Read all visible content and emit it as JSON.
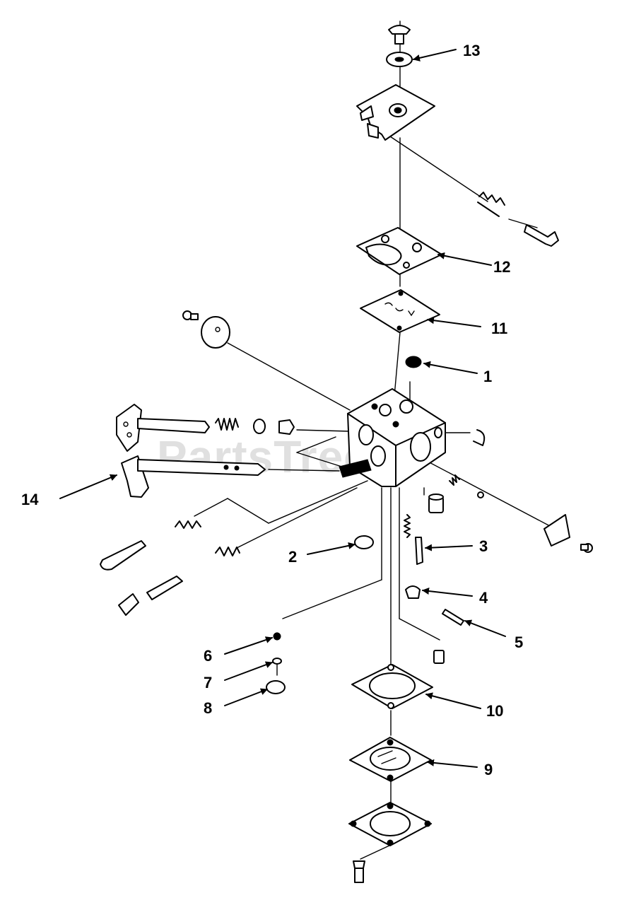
{
  "watermark": "PartsTree",
  "callouts": [
    {
      "id": "1",
      "label": "1"
    },
    {
      "id": "2",
      "label": "2"
    },
    {
      "id": "3",
      "label": "3"
    },
    {
      "id": "4",
      "label": "4"
    },
    {
      "id": "5",
      "label": "5"
    },
    {
      "id": "6",
      "label": "6"
    },
    {
      "id": "7",
      "label": "7"
    },
    {
      "id": "8",
      "label": "8"
    },
    {
      "id": "9",
      "label": "9"
    },
    {
      "id": "10",
      "label": "10"
    },
    {
      "id": "11",
      "label": "11"
    },
    {
      "id": "12",
      "label": "12"
    },
    {
      "id": "13",
      "label": "13"
    },
    {
      "id": "14",
      "label": "14"
    }
  ],
  "colors": {
    "ink": "#000000",
    "background": "#ffffff",
    "watermark": "#d6d6d6"
  }
}
